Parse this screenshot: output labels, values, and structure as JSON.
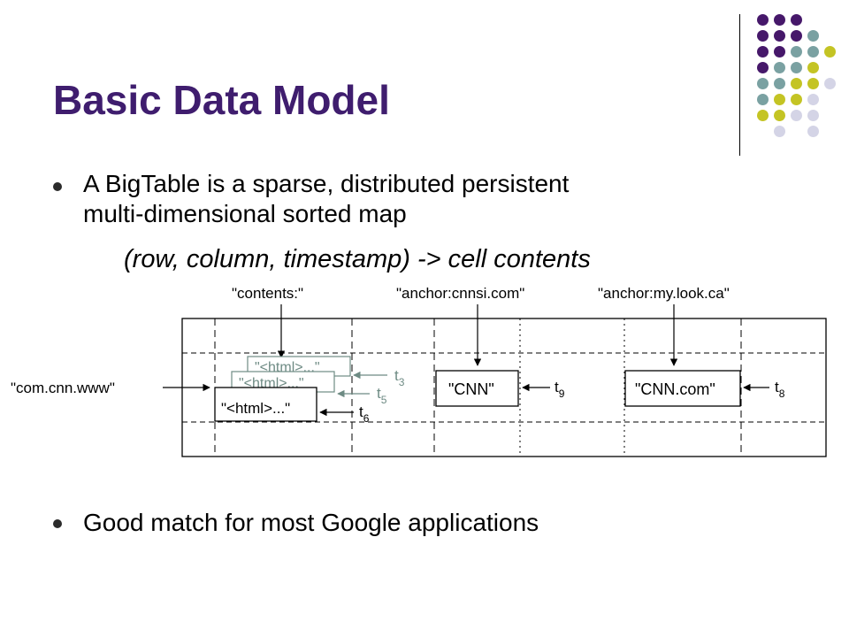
{
  "slide": {
    "title": "Basic Data Model",
    "bullets": [
      {
        "lines": [
          "A BigTable is a sparse, distributed persistent",
          "multi-dimensional sorted map"
        ]
      },
      {
        "lines": [
          "Good match for most Google applications"
        ]
      }
    ],
    "formula": "(row, column, timestamp) -> cell contents"
  },
  "decoration": {
    "colors": {
      "purple": "#46186a",
      "teal": "#7aa1a2",
      "olive": "#c4c424",
      "lavender": "#d4d4e6",
      "title": "#3f1d6e"
    },
    "dot_grid": [
      [
        "purple",
        "purple",
        "purple",
        "",
        ""
      ],
      [
        "purple",
        "purple",
        "purple",
        "teal",
        ""
      ],
      [
        "purple",
        "purple",
        "teal",
        "teal",
        "olive"
      ],
      [
        "purple",
        "teal",
        "teal",
        "olive",
        ""
      ],
      [
        "teal",
        "teal",
        "olive",
        "olive",
        "lavender"
      ],
      [
        "teal",
        "olive",
        "olive",
        "lavender",
        ""
      ],
      [
        "olive",
        "olive",
        "lavender",
        "lavender",
        ""
      ],
      [
        "",
        "lavender",
        "",
        "lavender",
        ""
      ]
    ]
  },
  "diagram": {
    "row_key": "\"com.cnn.www\"",
    "columns": [
      "\"contents:\"",
      "\"anchor:cnnsi.com\"",
      "\"anchor:my.look.ca\""
    ],
    "contents_versions": [
      {
        "value": "\"<html>...\"",
        "timestamp": "t",
        "subscript": "3"
      },
      {
        "value": "\"<html>...\"",
        "timestamp": "t",
        "subscript": "5"
      },
      {
        "value": "\"<html>...\"",
        "timestamp": "t",
        "subscript": "6"
      }
    ],
    "anchor_cells": [
      {
        "value": "\"CNN\"",
        "timestamp": "t",
        "subscript": "9"
      },
      {
        "value": "\"CNN.com\"",
        "timestamp": "t",
        "subscript": "8"
      }
    ],
    "colors": {
      "old_version": "#6e8b84",
      "line": "#000000"
    }
  }
}
